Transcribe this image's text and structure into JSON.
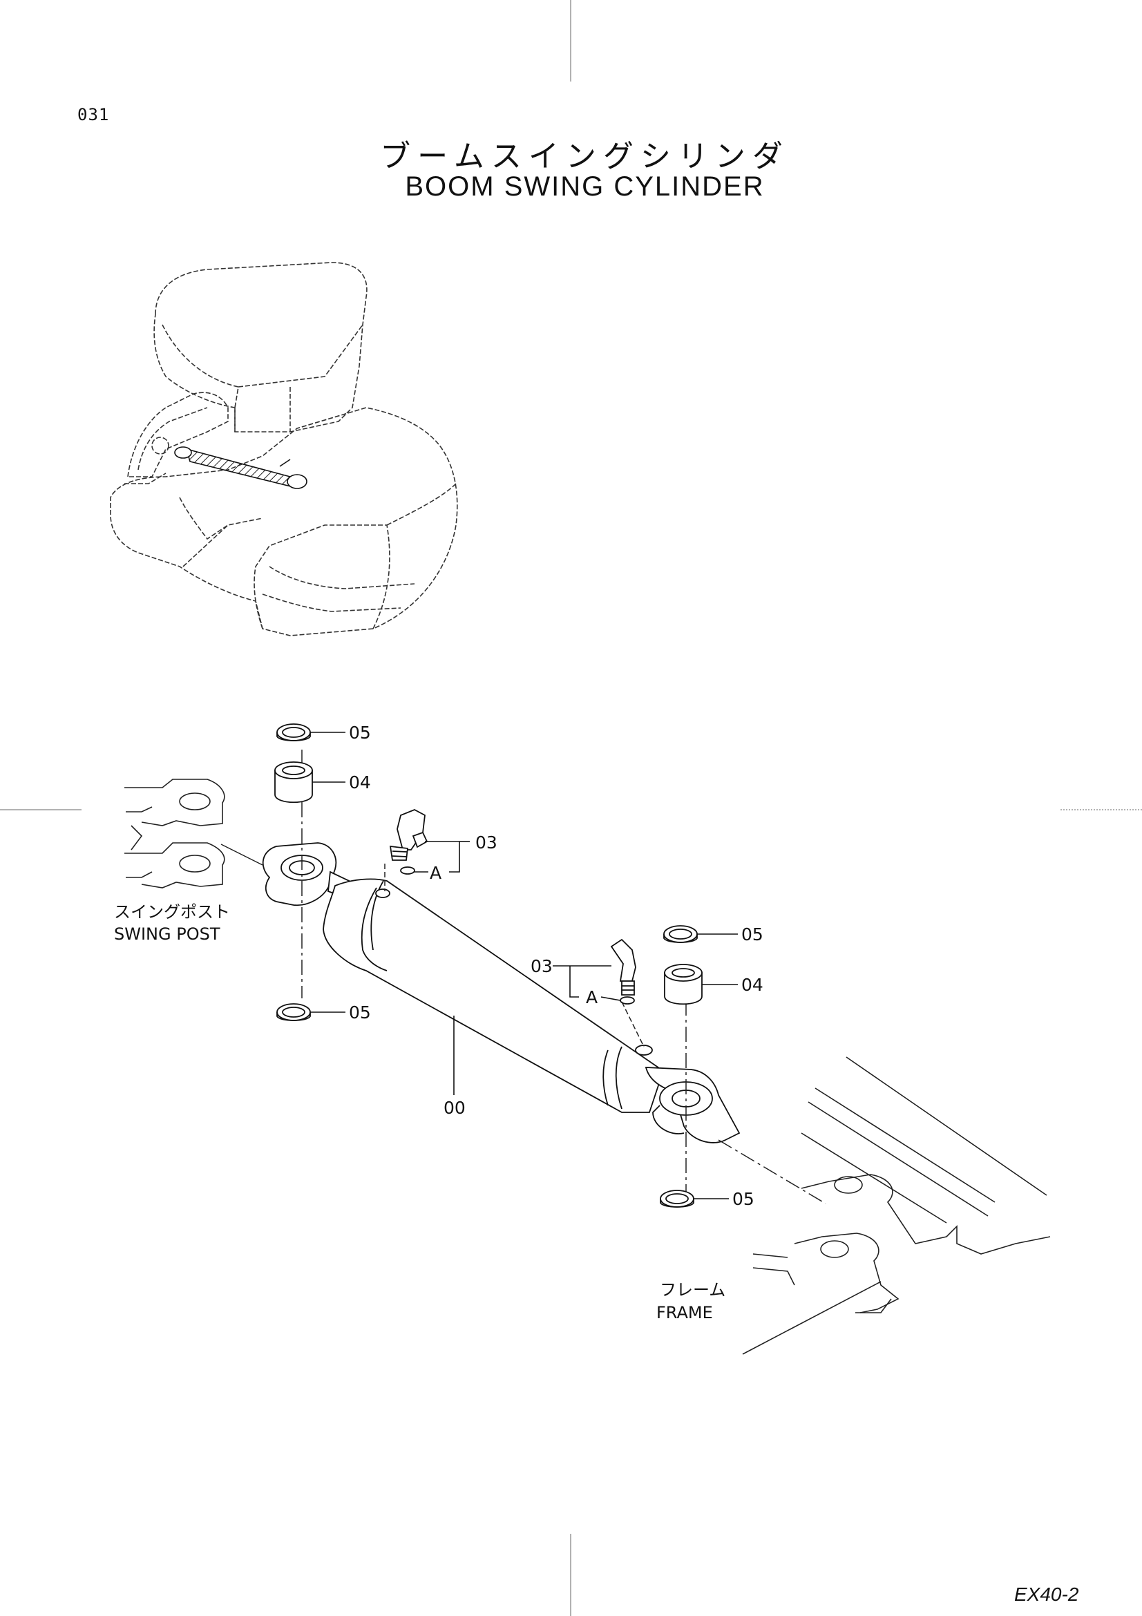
{
  "page": {
    "page_number": "031",
    "title_jp": "ブームスイングシリンダ",
    "title_en": "BOOM SWING CYLINDER",
    "model_code": "EX40-2"
  },
  "callouts": {
    "seal_top": "05",
    "bushing_top": "04",
    "fitting_top": "03",
    "fitting_top_detail": "A",
    "seal_bottom_left": "05",
    "cylinder": "00",
    "fitting_right": "03",
    "fitting_right_detail": "A",
    "seal_right_top": "05",
    "bushing_right": "04",
    "seal_right_bottom": "05"
  },
  "labels": {
    "swing_post_jp": "スイングポスト",
    "swing_post_en": "SWING POST",
    "frame_jp": "フレーム",
    "frame_en": "FRAME"
  }
}
